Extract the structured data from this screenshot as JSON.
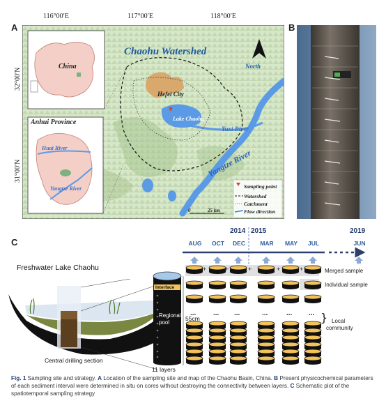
{
  "figure": {
    "panel_a": "A",
    "panel_b": "B",
    "panel_c": "C"
  },
  "map": {
    "top_coords": [
      "116°00′E",
      "117°00′E",
      "118°00′E"
    ],
    "left_coords": [
      "32°00′N",
      "31°00′N"
    ],
    "title": "Chaohu Watershed",
    "north": "North",
    "china": "China",
    "province": "Anhui Province",
    "huai_river": "Huai River",
    "yangtze_small": "Yangtze River",
    "hefei": "Hefei City",
    "lake": "Lake Chaohu",
    "yuxi": "Yuxi River",
    "yangtze": "Yangtze River",
    "scale_zero": "0",
    "scale_km": "25 km",
    "legend": {
      "sampling_point": "Sampling point",
      "watershed": "Watershed",
      "catchment": "Catchment",
      "flow_direction": "Flow direction"
    },
    "colors": {
      "water": "#5b9be6",
      "city": "#d9a86c",
      "china_fill": "#f4cfc7",
      "terrain": "#cfe3c4"
    }
  },
  "schematic": {
    "lake_title": "Freshwater Lake Chaohu",
    "interface": "Interface",
    "regional_pool": "Regional pool",
    "depth": "55cm",
    "drilling": "Central drilling section",
    "layers": "11 layers",
    "years": [
      "2014",
      "2015",
      "2019"
    ],
    "months": [
      "AUG",
      "OCT",
      "DEC",
      "MAR",
      "MAY",
      "JUL",
      "JUN"
    ],
    "merged_sample": "Merged sample",
    "individual_sample": "Individual sample",
    "local": "Local",
    "community": "community",
    "dots": "...",
    "plus": "+",
    "colors": {
      "arrow": "#8aaad6",
      "disk_top": "#f2c25c",
      "disk_body": "#111111"
    }
  },
  "caption": {
    "fig": "Fig. 1",
    "s1": " Sampling site and strategy. ",
    "a": "A",
    "s2": " Location of the sampling site and map of the Chaohu Basin, China. ",
    "b": "B",
    "s3": " Present physicochemical parameters of each sediment interval were determined in situ on cores without destroying the connectivity between layers. ",
    "c": "C",
    "s4": " Schematic plot of the spatiotemporal sampling strategy"
  }
}
